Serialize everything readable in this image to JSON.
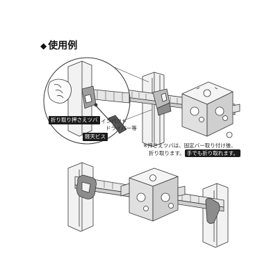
{
  "section": {
    "marker": "◆",
    "title": "使用例"
  },
  "callouts": {
    "tab_fold": "折り取り押さえツバ",
    "driver_line1": "インパクト",
    "driver_line2": "ドライバー等",
    "light_screw": "軽天ビス"
  },
  "note": {
    "line1": "※押さえツバは、固定バー取り付け後、",
    "line2": "折り取ります。",
    "emphasis": "手でも折り取れます。"
  },
  "colors": {
    "line": "#333333",
    "fill_light": "#f2f2f2",
    "fill_mid": "#d9d9d9",
    "fill_dark": "#8c8c8c",
    "label_bg": "#1a1a1a"
  }
}
